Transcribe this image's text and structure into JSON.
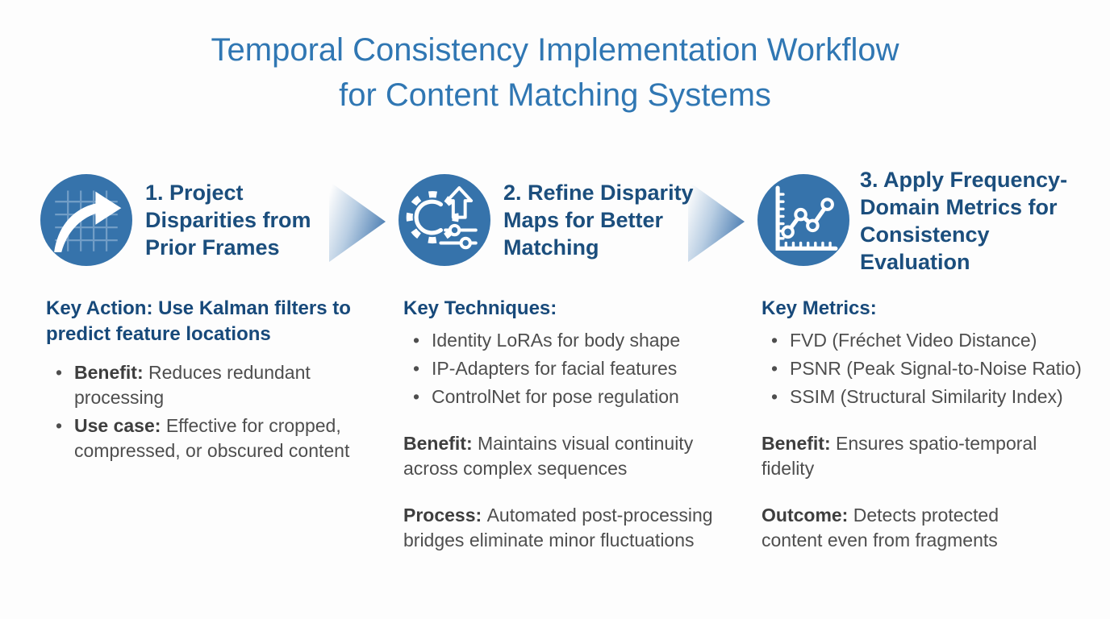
{
  "title": {
    "line1": "Temporal Consistency Implementation Workflow",
    "line2": "for Content Matching Systems"
  },
  "colors": {
    "title_blue": "#3077b3",
    "step_title_navy": "#1b4e7d",
    "heading_navy": "#17497a",
    "body_gray": "#4e4e4e",
    "icon_circle_blue": "#3673ab",
    "arrow_tip_blue": "#4b7db2",
    "background": "#fdfdfd"
  },
  "steps": [
    {
      "icon": "projection-arrow-grid-icon",
      "title": "1. Project Disparities from Prior Frames",
      "section_heading": "Key Action: Use Kalman filters to predict feature locations",
      "bullets": [
        {
          "label": "Benefit:",
          "text": "Reduces redundant processing"
        },
        {
          "label": "Use case:",
          "text": "Effective for cropped, compressed, or obscured content"
        }
      ],
      "paragraphs": []
    },
    {
      "icon": "gear-refine-sliders-icon",
      "title": "2. Refine Disparity Maps for Better Matching",
      "section_heading": "Key Techniques:",
      "bullets": [
        {
          "label": "",
          "text": "Identity LoRAs for body shape"
        },
        {
          "label": "",
          "text": "IP-Adapters for facial features"
        },
        {
          "label": "",
          "text": "ControlNet for pose regulation"
        }
      ],
      "paragraphs": [
        {
          "label": "Benefit:",
          "text": "Maintains visual continuity across complex sequences"
        },
        {
          "label": "Process:",
          "text": "Automated post-processing bridges eliminate minor fluctuations"
        }
      ]
    },
    {
      "icon": "frequency-line-chart-icon",
      "title": "3. Apply Frequency-Domain Metrics for Consistency Evaluation",
      "section_heading": "Key Metrics:",
      "bullets": [
        {
          "label": "",
          "text": "FVD (Fréchet Video Distance)"
        },
        {
          "label": "",
          "text": "PSNR (Peak Signal-to-Noise Ratio)"
        },
        {
          "label": "",
          "text": "SSIM (Structural Similarity Index)"
        }
      ],
      "paragraphs": [
        {
          "label": "Benefit:",
          "text": "Ensures spatio-temporal fidelity"
        },
        {
          "label": "Outcome:",
          "text": "Detects protected content even from fragments"
        }
      ]
    }
  ]
}
